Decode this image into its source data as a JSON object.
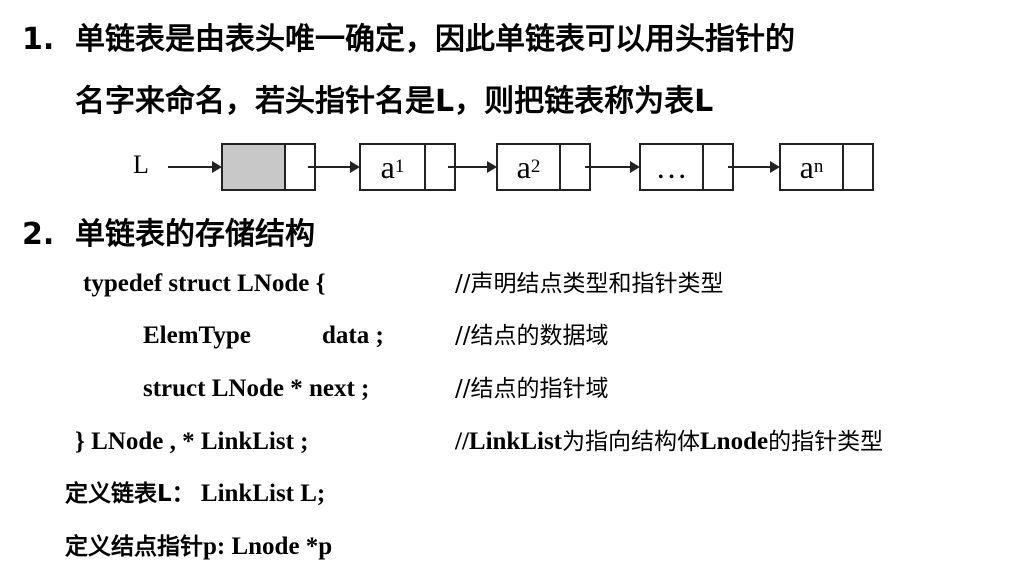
{
  "point1": {
    "number": "1.",
    "line1": "单链表是由表头唯一确定，因此单链表可以用头指针的",
    "line2": "名字来命名，若头指针名是L，则把链表称为表L"
  },
  "diagram": {
    "head_label": "L",
    "nodes": [
      {
        "base": "a",
        "sub": "1"
      },
      {
        "base": "a",
        "sub": "2"
      },
      {
        "base": "…",
        "sub": ""
      },
      {
        "base": "a",
        "sub": "n"
      }
    ],
    "head_fill": "#c8c8c8"
  },
  "point2": {
    "number": "2.",
    "title": "单链表的存储结构"
  },
  "code": {
    "l1": "typedef  struct  LNode {",
    "c1": "//声明结点类型和指针类型",
    "l2a": "ElemType",
    "l2b": "data ;",
    "c2": "//结点的数据域",
    "l3": "struct  LNode  * next ;",
    "c3": "//结点的指针域",
    "l4": "} LNode , * LinkList ;",
    "c4a": "//LinkList",
    "c4b": "为指向结构体",
    "c4c": "Lnode",
    "c4d": "的指针类型",
    "l5a": "定义链表L：",
    "l5b": "LinkList L;",
    "l6a": "定义结点指针",
    "l6b": "p:  Lnode *p"
  }
}
